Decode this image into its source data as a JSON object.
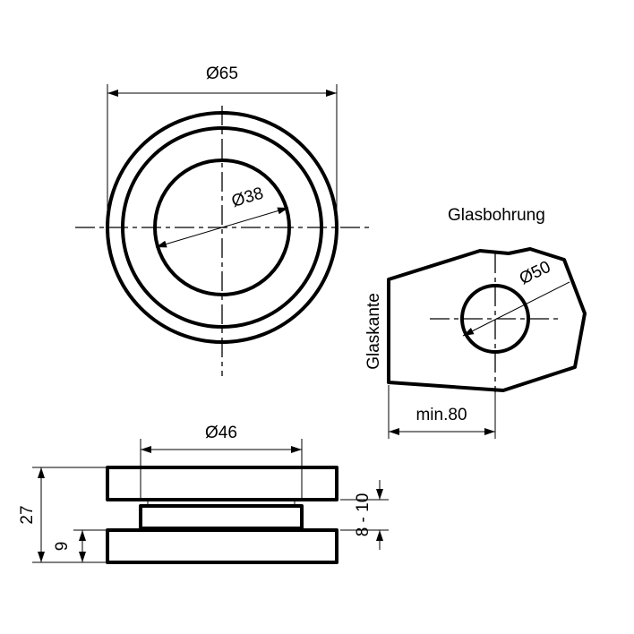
{
  "drawing": {
    "top_view": {
      "outer_diameter_label": "Ø65",
      "inner_diameter_label": "Ø38"
    },
    "glass_view": {
      "heading": "Glasbohrung",
      "edge_label": "Glaskante",
      "hole_diameter_label": "Ø50",
      "edge_distance_label": "min.80"
    },
    "side_view": {
      "diameter_label": "Ø46",
      "total_height_label": "27",
      "base_height_label": "9",
      "glass_thickness_label": "8 - 10"
    }
  }
}
